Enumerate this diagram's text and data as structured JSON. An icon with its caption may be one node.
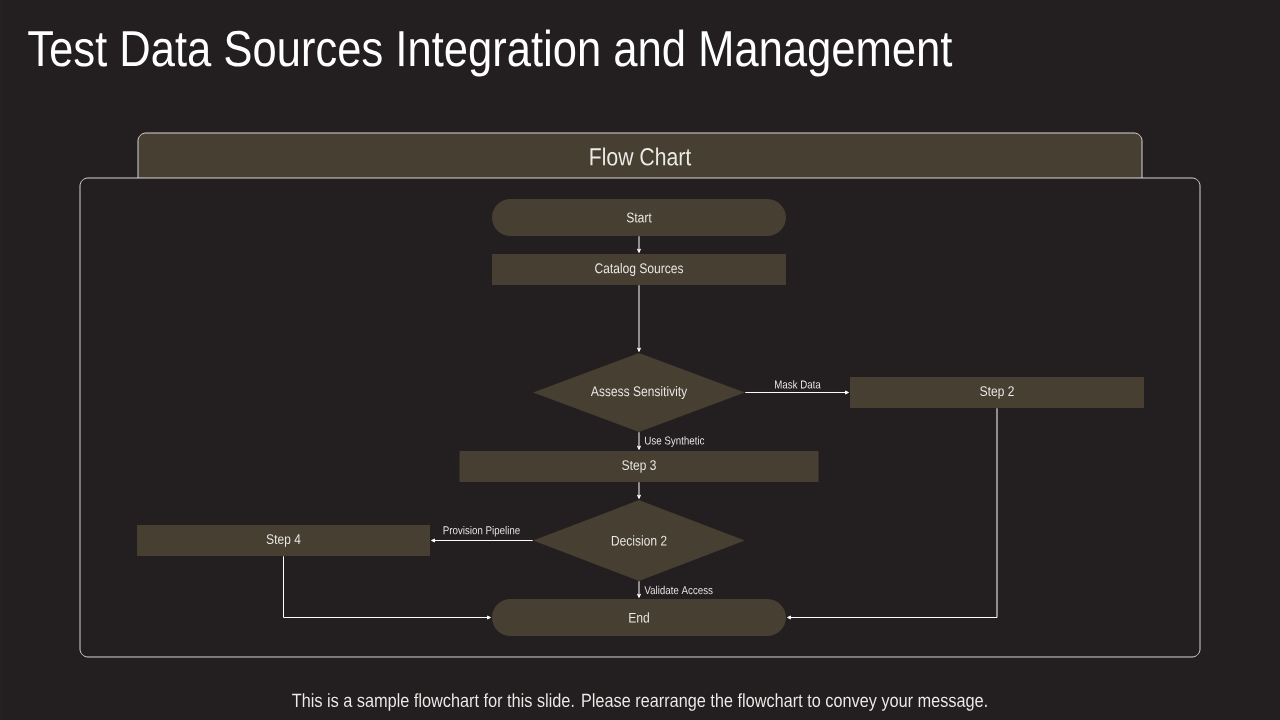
{
  "diagram": {
    "title": "Test Data Sources Integration and Management",
    "caption": "This is a sample flowchart for this slide. Please rearrange the flowchart to convey your message.",
    "nodes": [
      {
        "text": [
          "Flow Chart"
        ]
      },
      {
        "text": [
          "Start"
        ],
        "in": 0
      },
      {
        "text": [
          "Catalog Sources"
        ],
        "in": 0
      },
      {
        "text": [
          "Assess Sensitivity"
        ],
        "in": 0
      },
      {
        "text": [
          "Step 2"
        ],
        "in": 0
      },
      {
        "text": [
          "Step 3"
        ],
        "in": 0
      },
      {
        "text": [
          "Decision 2"
        ],
        "in": 0
      },
      {
        "text": [
          "Step 4"
        ],
        "in": 0
      },
      {
        "text": [
          "End"
        ],
        "in": 0
      }
    ],
    "edges": [
      {
        "from": 1,
        "to": 2,
        "arrow": "to"
      },
      {
        "from": 2,
        "to": 3,
        "arrow": "to"
      },
      {
        "from": 3,
        "to": 4,
        "arrow": "to",
        "label": "Mask Data"
      },
      {
        "from": 3,
        "to": 5,
        "arrow": "to",
        "label": "Use Synthetic"
      },
      {
        "from": 5,
        "to": 6,
        "arrow": "to"
      },
      {
        "from": 6,
        "to": 7,
        "arrow": "to",
        "label": "Provision Pipeline"
      },
      {
        "from": 6,
        "to": 8,
        "arrow": "to",
        "label": "Validate Access"
      },
      {
        "from": 7,
        "to": 8,
        "arrow": "to"
      },
      {
        "from": 4,
        "to": 8,
        "arrow": "to"
      }
    ]
  }
}
